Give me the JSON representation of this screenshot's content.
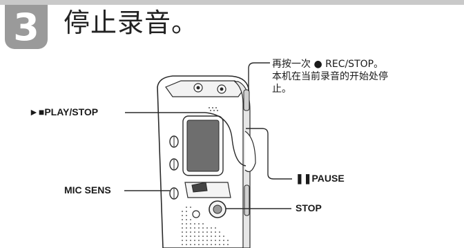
{
  "step": {
    "number": "3",
    "title": "停止录音。"
  },
  "note": {
    "line1": "再按一次 ● REC/STOP。",
    "line2": "本机在当前录音的开始处停",
    "line3": "止。"
  },
  "labels": {
    "play_stop": "►■PLAY/STOP",
    "mic_sens": "MIC SENS",
    "pause": "❚❚PAUSE",
    "stop": "STOP"
  }
}
